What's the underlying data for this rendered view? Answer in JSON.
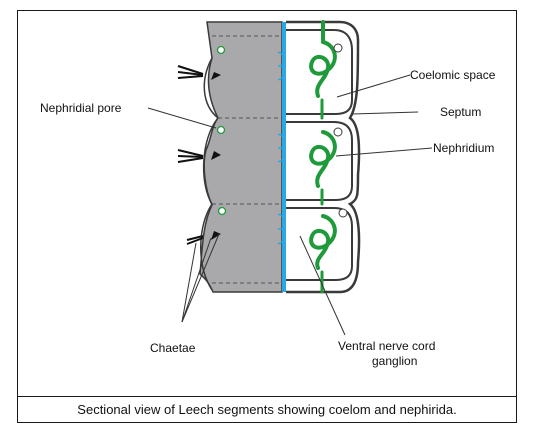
{
  "labels": {
    "coelomic_space": "Coelomic space",
    "septum": "Septum",
    "nephridium": "Nephridium",
    "nephridial_pore": "Nephridial pore",
    "chaetae": "Chaetae",
    "ventral_nerve_cord_line1": "Ventral nerve cord",
    "ventral_nerve_cord_line2": "ganglion"
  },
  "caption": "Sectional view of Leech segments showing coelom and nephirida.",
  "colors": {
    "body_grey": "#a9a9ab",
    "nerve_blue": "#2aa8e6",
    "nephridium_green": "#1e9a3a",
    "outline": "#3a3a3a"
  }
}
